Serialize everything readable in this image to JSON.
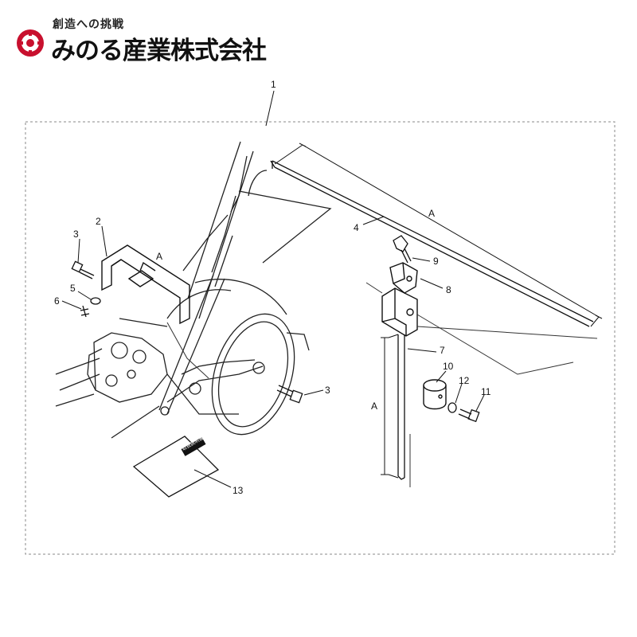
{
  "header": {
    "tagline": "創造への挑戦",
    "brand": "みのる産業株式会社"
  },
  "diagram": {
    "callouts": {
      "c1": "1",
      "c2": "2",
      "c3a": "3",
      "c3b": "3",
      "c4": "4",
      "c5": "5",
      "c6": "6",
      "c7": "7",
      "c8": "8",
      "c9": "9",
      "c10": "10",
      "c11": "11",
      "c12": "12",
      "c13": "13"
    },
    "dimensions": {
      "a_bracket": "A",
      "a_rod": "A",
      "a_pole": "A"
    },
    "manual_label": "取扱説明書"
  }
}
